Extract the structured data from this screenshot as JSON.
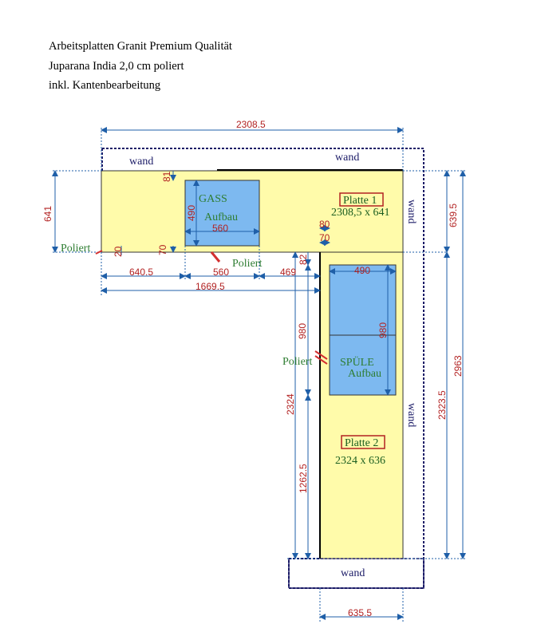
{
  "header": {
    "line1": "Arbeitsplatten Granit Premium Qualität",
    "line2": "Juparana India 2,0 cm poliert",
    "line3": "inkl. Kantenbearbeitung"
  },
  "walls": {
    "top_left": "wand",
    "top_right": "wand",
    "right_upper": "wand",
    "right_lower": "wand",
    "bottom": "wand"
  },
  "plates": {
    "p1_title": "Platte 1",
    "p1_size": "2308,5 x 641",
    "p2_title": "Platte 2",
    "p2_size": "2324 x 636"
  },
  "cutouts": {
    "gas_title": "GASS",
    "gas_sub": "Aufbau",
    "sink_title": "SPÜLE",
    "sink_sub": "Aufbau"
  },
  "edges": {
    "poliert_left": "Poliert",
    "poliert_mid": "Poliert",
    "poliert_inner": "Poliert"
  },
  "dimensions": {
    "total_width": "2308.5",
    "left_depth": "641",
    "right_depth": "639.5",
    "total_height": "2963",
    "right_height": "2323.5",
    "gas_offset_top": "81",
    "gas_depth": "490",
    "gas_width": "560",
    "gas_offset_bottom": "70",
    "front_20": "20",
    "seg_640": "640.5",
    "seg_560": "560",
    "seg_469": "469",
    "seg_1669": "1669.5",
    "sink_80": "80",
    "sink_70": "70",
    "sink_82": "82",
    "sink_width": "490",
    "sink_depth": "980",
    "sink_offset": "980",
    "p2_length": "2324",
    "p2_lower": "1262.5",
    "bottom_width": "635.5"
  }
}
